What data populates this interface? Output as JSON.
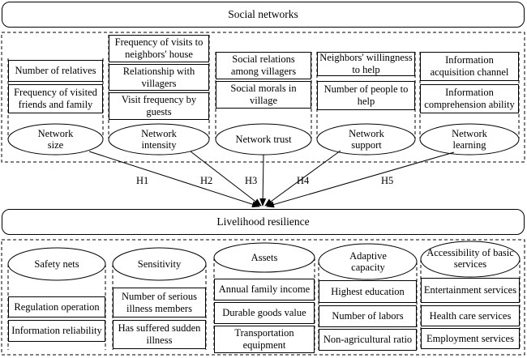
{
  "social_networks": {
    "title": "Social networks",
    "dimensions": [
      {
        "name": "Network size",
        "indicators": [
          "Number of relatives",
          "Frequency of visited friends and family"
        ]
      },
      {
        "name": "Network intensity",
        "indicators": [
          "Frequency of visits to neighbors' house",
          "Relationship with villagers",
          "Visit frequency by guests"
        ]
      },
      {
        "name": "Network trust",
        "indicators": [
          "Social relations among villagers",
          "Social morals in village"
        ]
      },
      {
        "name": "Network support",
        "indicators": [
          "Neighbors' willingness to help",
          "Number of people to help"
        ]
      },
      {
        "name": "Network learning",
        "indicators": [
          "Information acquisition channel",
          "Information comprehension ability"
        ]
      }
    ]
  },
  "hypotheses": [
    "H1",
    "H2",
    "H3",
    "H4",
    "H5"
  ],
  "livelihood_resilience": {
    "title": "Livelihood resilience",
    "dimensions": [
      {
        "name": "Safety nets",
        "indicators": [
          "Regulation operation",
          "Information reliability"
        ]
      },
      {
        "name": "Sensitivity",
        "indicators": [
          "Number of serious illness members",
          "Has suffered sudden illness"
        ]
      },
      {
        "name": "Assets",
        "indicators": [
          "Annual family income",
          "Durable goods value",
          "Transportation equipment"
        ]
      },
      {
        "name": "Adaptive capacity",
        "indicators": [
          "Highest education",
          "Number of labors",
          "Non-agricultural ratio"
        ]
      },
      {
        "name": "Accessibility of basic services",
        "indicators": [
          "Entertainment services",
          "Health care services",
          "Employment services"
        ]
      }
    ]
  }
}
